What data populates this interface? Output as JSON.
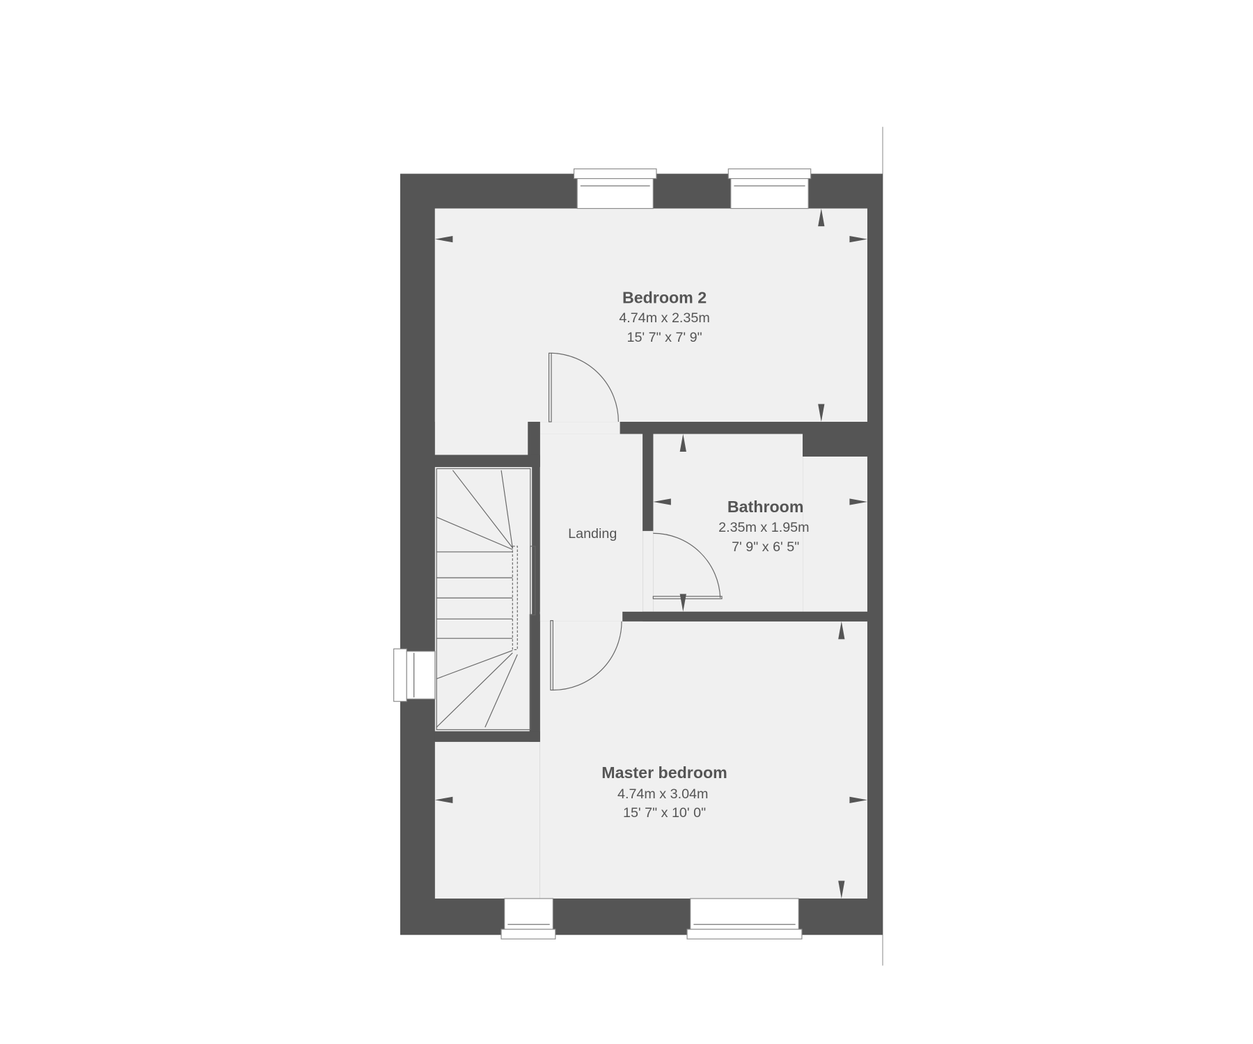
{
  "floorplan": {
    "rooms": [
      {
        "name": "Bedroom 2",
        "metric": "4.74m x 2.35m",
        "imperial": "15' 7\" x 7' 9\""
      },
      {
        "name": "Bathroom",
        "metric": "2.35m x 1.95m",
        "imperial": "7' 9\" x 6' 5\""
      },
      {
        "name": "Landing"
      },
      {
        "name": "Master bedroom",
        "metric": "4.74m x 3.04m",
        "imperial": "15' 7\" x 10' 0\""
      }
    ]
  },
  "colors": {
    "wall": "#555555",
    "floor": "#f0f0f0",
    "text": "#555555"
  }
}
